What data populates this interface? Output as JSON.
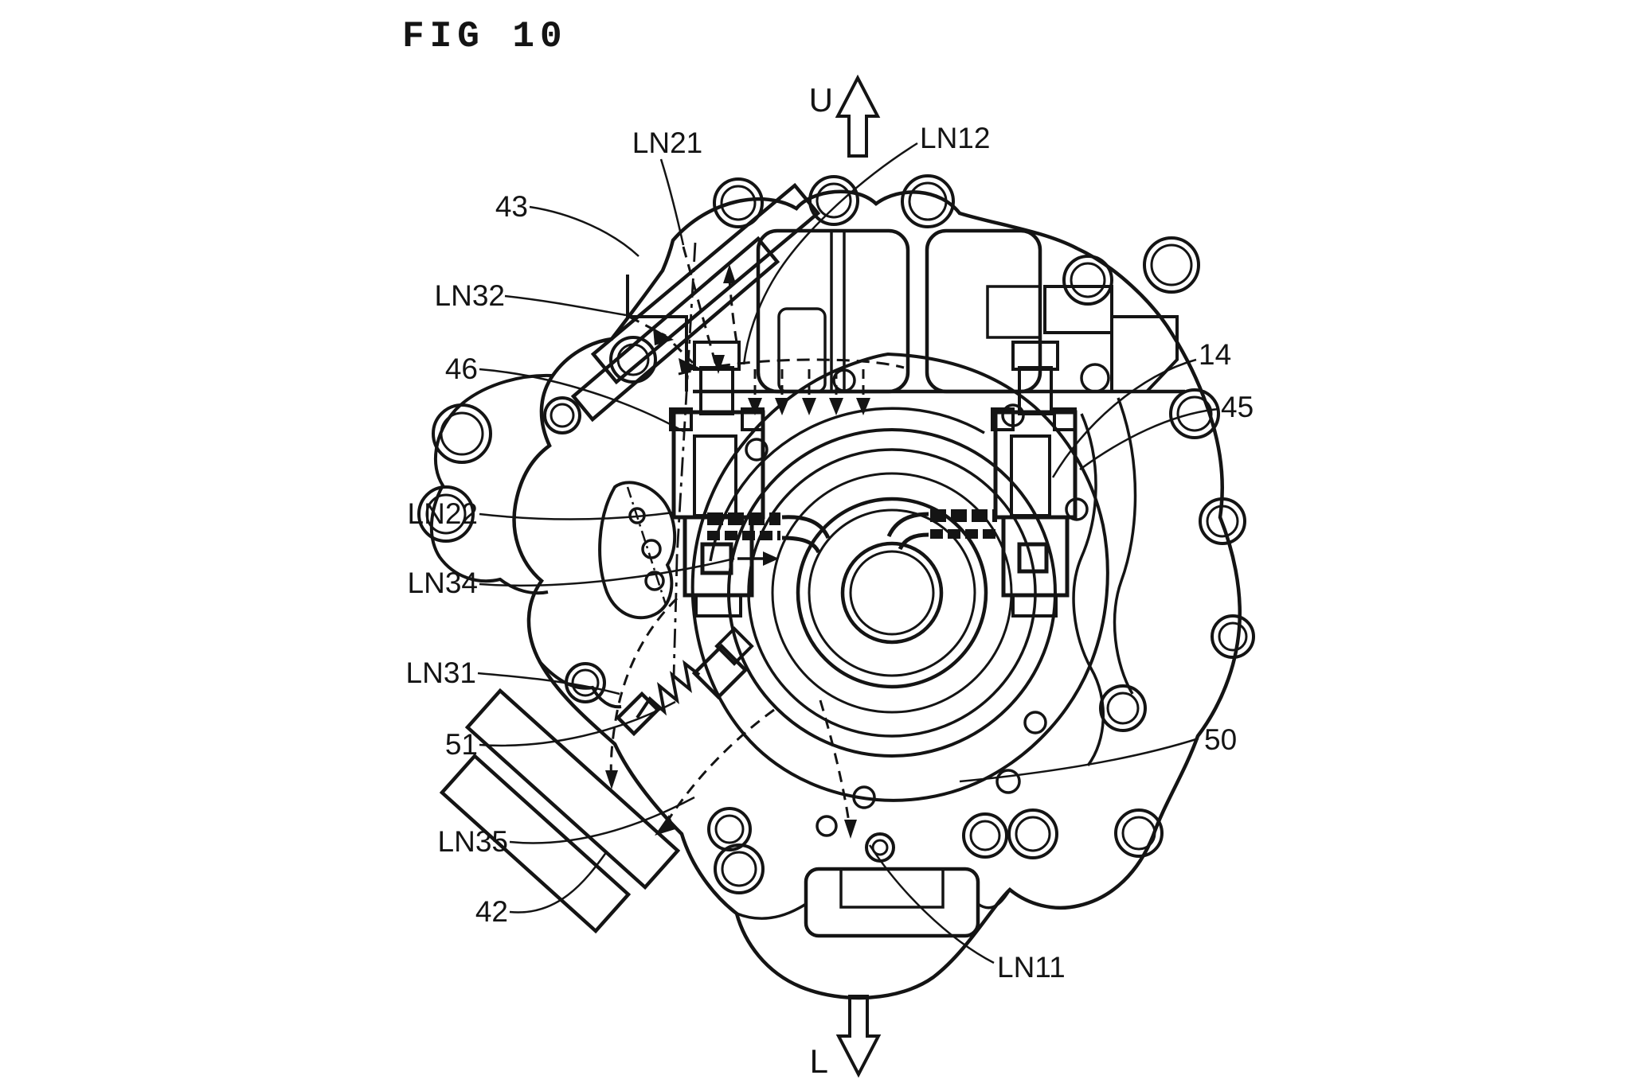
{
  "figure": {
    "title": "FIG 10"
  },
  "directions": {
    "up_label": "U",
    "down_label": "L"
  },
  "colors": {
    "ink": "#141414",
    "background": "#ffffff"
  },
  "annotations": [
    {
      "id": "LN21",
      "text": "LN21"
    },
    {
      "id": "LN12",
      "text": "LN12"
    },
    {
      "id": "43",
      "text": "43"
    },
    {
      "id": "LN32",
      "text": "LN32"
    },
    {
      "id": "46",
      "text": "46"
    },
    {
      "id": "14",
      "text": "14"
    },
    {
      "id": "45",
      "text": "45"
    },
    {
      "id": "LN22",
      "text": "LN22"
    },
    {
      "id": "LN34",
      "text": "LN34"
    },
    {
      "id": "LN31",
      "text": "LN31"
    },
    {
      "id": "51",
      "text": "51"
    },
    {
      "id": "50",
      "text": "50"
    },
    {
      "id": "LN35",
      "text": "LN35"
    },
    {
      "id": "42",
      "text": "42"
    },
    {
      "id": "LN11",
      "text": "LN11"
    }
  ]
}
